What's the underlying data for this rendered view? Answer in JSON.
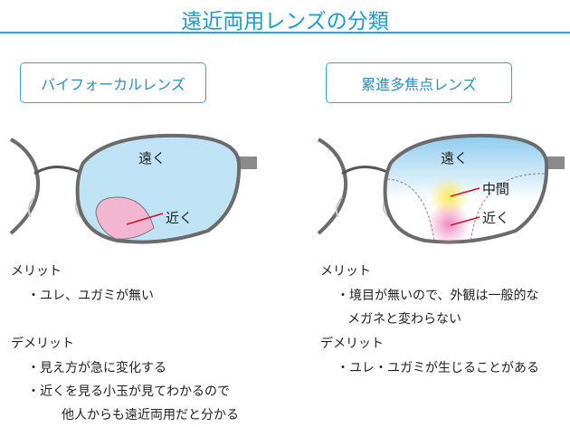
{
  "title": "遠近両用レンズの分類",
  "left": {
    "heading": "バイフォーカルレンズ",
    "far_label": "遠く",
    "near_label": "近く",
    "merit_title": "メリット",
    "merits": [
      "・ユレ、ユガミが無い"
    ],
    "demerit_title": "デメリット",
    "demerits": [
      "・見え方が急に変化する",
      "・近くを見る小玉が見てわかるので",
      "他人からも遠近両用だと分かる"
    ]
  },
  "right": {
    "heading": "累進多焦点レンズ",
    "far_label": "遠く",
    "mid_label": "中間",
    "near_label": "近く",
    "merit_title": "メリット",
    "merits": [
      "・境目が無いので、外観は一般的な",
      "メガネと変わらない"
    ],
    "demerit_title": "デメリット",
    "demerits": [
      "・ユレ・ユガミが生じることがある"
    ]
  },
  "colors": {
    "accent": "#1b9ccf",
    "lens": "#bfe3f5",
    "segment": "#f2b6d0",
    "frame": "#6b6b6b"
  }
}
